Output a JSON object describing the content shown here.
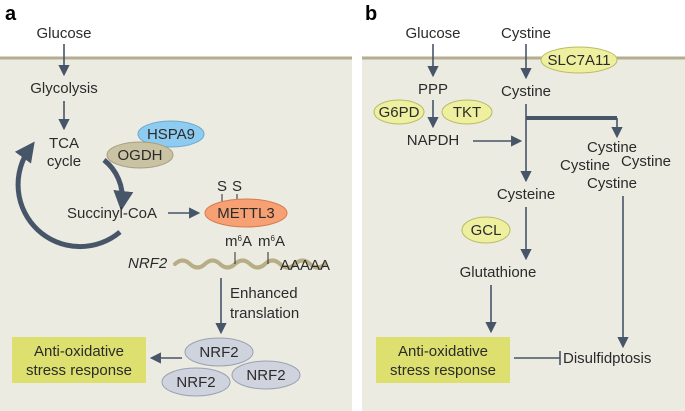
{
  "panel_a": {
    "letter": "a",
    "glucose": "Glucose",
    "glycolysis": "Glycolysis",
    "tca_line1": "TCA",
    "tca_line2": "cycle",
    "hspa9": "HSPA9",
    "ogdh": "OGDH",
    "succinyl_coa": "Succinyl-CoA",
    "mettl3": "METTL3",
    "s1": "S",
    "s2": "S",
    "nrf2_mrna": "NRF2",
    "m6a_1_base": "m",
    "m6a_1_sup": "6",
    "m6a_1_a": "A",
    "m6a_2_base": "m",
    "m6a_2_sup": "6",
    "m6a_2_a": "A",
    "polya": "AAAAA",
    "enhanced_line1": "Enhanced",
    "enhanced_line2": "translation",
    "nrf2_protein_1": "NRF2",
    "nrf2_protein_2": "NRF2",
    "nrf2_protein_3": "NRF2",
    "response_line1": "Anti-oxidative",
    "response_line2": "stress response"
  },
  "panel_b": {
    "letter": "b",
    "glucose": "Glucose",
    "cystine_top": "Cystine",
    "slc7a11": "SLC7A11",
    "ppp": "PPP",
    "cystine_in": "Cystine",
    "g6pd": "G6PD",
    "tkt": "TKT",
    "napdh": "NAPDH",
    "cystine_agg_1": "Cystine",
    "cystine_agg_2": "Cystine",
    "cystine_agg_3": "Cystine",
    "cystine_agg_4": "Cystine",
    "cysteine": "Cysteine",
    "gcl": "GCL",
    "glutathione": "Glutathione",
    "response_line1": "Anti-oxidative",
    "response_line2": "stress response",
    "disulfidptosis": "Disulfidptosis"
  },
  "colors": {
    "cell_bg": "#ecebe1",
    "membrane": "#b5ad8f",
    "arrow": "#475569",
    "hspa9_fill": "#8ecbf0",
    "ogdh_fill": "#c9c2a3",
    "mettl3_fill": "#f6a074",
    "mrna": "#b8ad85",
    "nrf2_fill": "#cfd3de",
    "response_fill": "#dde06e",
    "enzyme_fill": "#eef0a0"
  }
}
